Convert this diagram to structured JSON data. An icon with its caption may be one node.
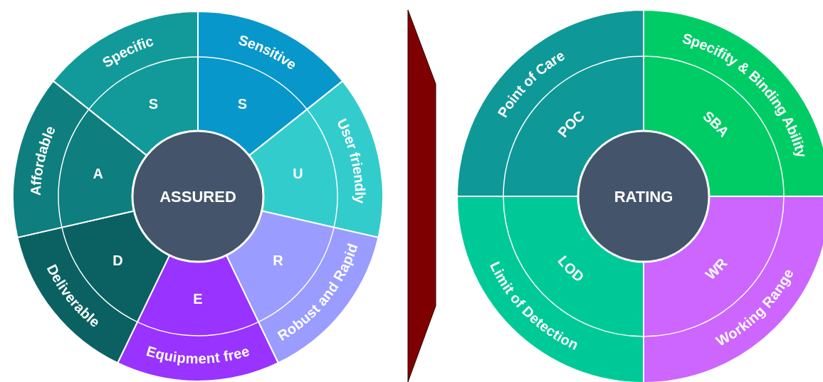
{
  "diagram": {
    "nodes": [
      {
        "text": [
          "ASSURED"
        ]
      },
      {
        "text": [
          "Specific",
          "S"
        ]
      },
      {
        "text": [
          "Sensitive",
          "S"
        ]
      },
      {
        "text": [
          "U",
          "User friendly"
        ]
      },
      {
        "text": [
          "R",
          "Robust and Rapid"
        ]
      },
      {
        "text": [
          "E",
          "Equipment free"
        ]
      },
      {
        "text": [
          "D",
          "Deliverable"
        ]
      },
      {
        "text": [
          "Affordable",
          "A"
        ]
      },
      {
        "text": [],
        "shape": "chevron"
      },
      {
        "text": [
          "RATING"
        ]
      },
      {
        "text": [
          "Point of Care",
          "POC"
        ]
      },
      {
        "text": [
          "Specifity & Binding Ability",
          "SBA"
        ]
      },
      {
        "text": [
          "LOD",
          "Limit of Detection"
        ]
      },
      {
        "text": [
          "WR",
          "Working Range"
        ]
      }
    ]
  }
}
